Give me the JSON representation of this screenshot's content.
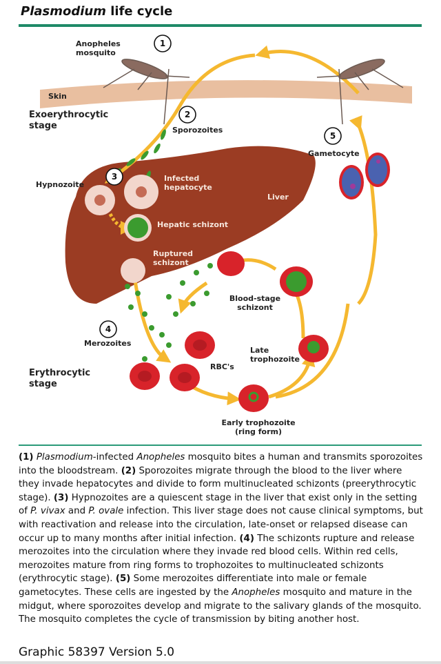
{
  "header": {
    "title_italic": "Plasmodium",
    "title_rest": " life cycle"
  },
  "colors": {
    "accent": "#1f8a68",
    "liver": "#9b3c23",
    "arrow": "#f5b830",
    "rbc": "#d8232a",
    "skin": "#e9bfa0",
    "parasite": "#3b9b2f"
  },
  "diagram": {
    "labels": {
      "mosquito_1": "Anopheles",
      "mosquito_2": "mosquito",
      "skin": "Skin",
      "exo_1": "Exoerythrocytic",
      "exo_2": "stage",
      "sporozoites": "Sporozoites",
      "gametocyte": "Gametocyte",
      "hypnozoite": "Hypnozoite",
      "infected_1": "Infected",
      "infected_2": "hepatocyte",
      "liver": "Liver",
      "hepatic_schizont": "Hepatic schizont",
      "ruptured_1": "Ruptured",
      "ruptured_2": "schizont",
      "blood_schizont_1": "Blood-stage",
      "blood_schizont_2": "schizont",
      "merozoites": "Merozoites",
      "late_1": "Late",
      "late_2": "trophozoite",
      "rbcs": "RBC's",
      "ery_1": "Erythrocytic",
      "ery_2": "stage",
      "early_1": "Early trophozoite",
      "early_2": "(ring form)"
    },
    "steps": [
      "1",
      "2",
      "3",
      "4",
      "5"
    ]
  },
  "caption": {
    "s1_num": "(1)",
    "s1_a": "Plasmodium",
    "s1_b": "-infected ",
    "s1_c": "Anopheles",
    "s1_d": " mosquito bites a human and transmits sporozoites into the bloodstream. ",
    "s2_num": "(2)",
    "s2": " Sporozoites migrate through the blood to the liver where they invade hepatocytes and divide to form multinucleated schizonts (preerythrocytic stage). ",
    "s3_num": "(3)",
    "s3_a": " Hypnozoites are a quiescent stage in the liver that exist only in the setting of ",
    "s3_b": "P. vivax",
    "s3_c": " and ",
    "s3_d": "P. ovale",
    "s3_e": " infection. This liver stage does not cause clinical symptoms, but with reactivation and release into the circulation, late-onset or relapsed disease can occur up to many months after initial infection. ",
    "s4_num": "(4)",
    "s4": " The schizonts rupture and release merozoites into the circulation where they invade red blood cells. Within red cells, merozoites mature from ring forms to trophozoites to multinucleated schizonts (erythrocytic stage). ",
    "s5_num": "(5)",
    "s5_a": " Some merozoites differentiate into male or female gametocytes. These cells are ingested by the ",
    "s5_b": "Anopheles",
    "s5_c": " mosquito and mature in the midgut, where sporozoites develop and migrate to the salivary glands of the mosquito. The mosquito completes the cycle of transmission by biting another host."
  },
  "footer": {
    "graphic_id": "Graphic 58397 Version 5.0"
  }
}
